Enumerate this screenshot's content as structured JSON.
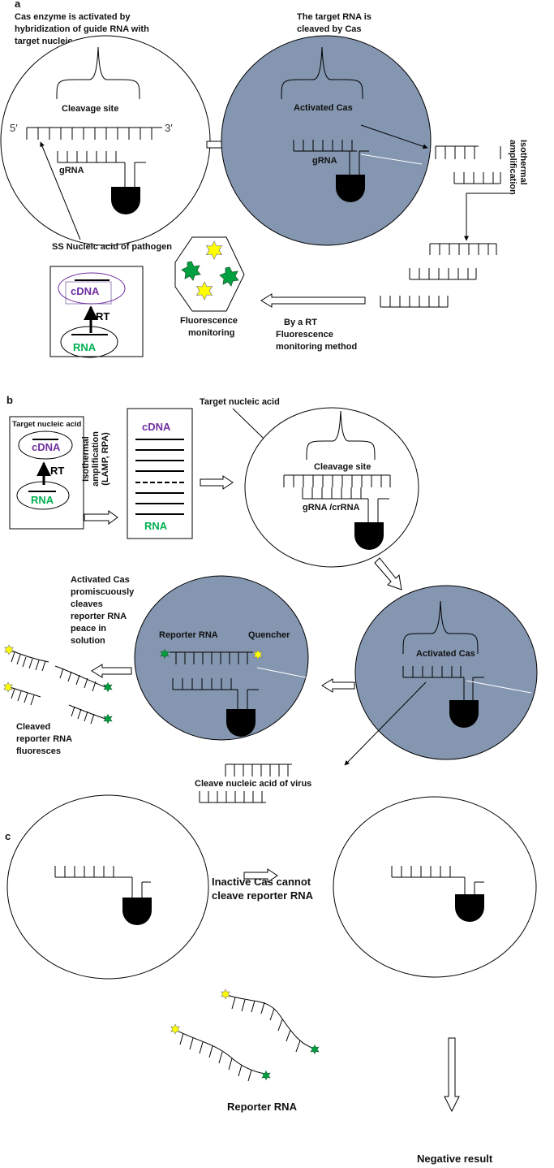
{
  "panel_a": {
    "letter": "a",
    "caption_left": [
      "Cas   enzyme   is   activated   by",
      "hybridization  of  guide  RNA  with",
      "target nucleic acid"
    ],
    "caption_right": [
      "The target RNA is",
      "cleaved by Cas"
    ],
    "cleavage_site": "Cleavage site",
    "five_prime": "5′",
    "three_prime": "3′",
    "grna": "gRNA",
    "activated_cas": "Activated Cas",
    "grna2": "gRNA",
    "isothermal": [
      "Isothermal",
      "amplification"
    ],
    "ss_nucleic": "SS Nucleic acid of pathogen",
    "cdna": "cDNA",
    "rt": "RT",
    "rna": "RNA",
    "fluor_monitor": [
      "Fluorescence",
      "monitoring"
    ],
    "rt_method": [
      "By a RT",
      "Fluorescence",
      "monitoring method"
    ]
  },
  "panel_b": {
    "letter": "b",
    "target_nucleic_box": "Target nucleic acid",
    "cdna": "cDNA",
    "rt": "RT",
    "rna": "RNA",
    "isothermal": [
      "Isothermal",
      "amplification",
      "(LAMP, RPA)"
    ],
    "gel_cdna": "cDNA",
    "gel_rna": "RNA",
    "target_nucleic": "Target nucleic acid",
    "cleavage_site": "Cleavage site",
    "grna_crrna": "gRNA /crRNA",
    "activated_promisc": [
      "Activated Cas",
      "promiscuously",
      "cleaves",
      "reporter RNA",
      "peace in",
      "solution"
    ],
    "reporter_rna": "Reporter RNA",
    "quencher": "Quencher",
    "activated_cas": "Activated Cas",
    "cleaved_reporter": [
      "Cleaved",
      "reporter RNA",
      "fluoresces"
    ],
    "cleave_virus": "Cleave nucleic acid of virus"
  },
  "panel_c": {
    "letter": "c",
    "inactive": [
      "Inactive Cas cannot",
      "cleave reporter RNA"
    ],
    "reporter_rna": "Reporter RNA",
    "negative": "Negative result"
  },
  "colors": {
    "activated_fill": "#8496b0",
    "purple": "#7030a0",
    "green": "#00b050",
    "star_yellow": "#ffff00",
    "star_green": "#00a040"
  }
}
